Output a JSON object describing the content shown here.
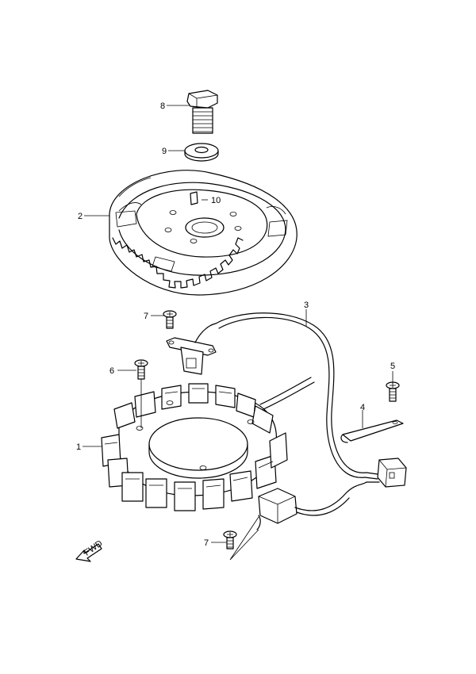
{
  "callouts": {
    "c1": "1",
    "c2": "2",
    "c3": "3",
    "c4": "4",
    "c5": "5",
    "c6": "6",
    "c7a": "7",
    "c7b": "7",
    "c8": "8",
    "c9": "9",
    "c10": "10"
  },
  "fwd_label": "FWD"
}
